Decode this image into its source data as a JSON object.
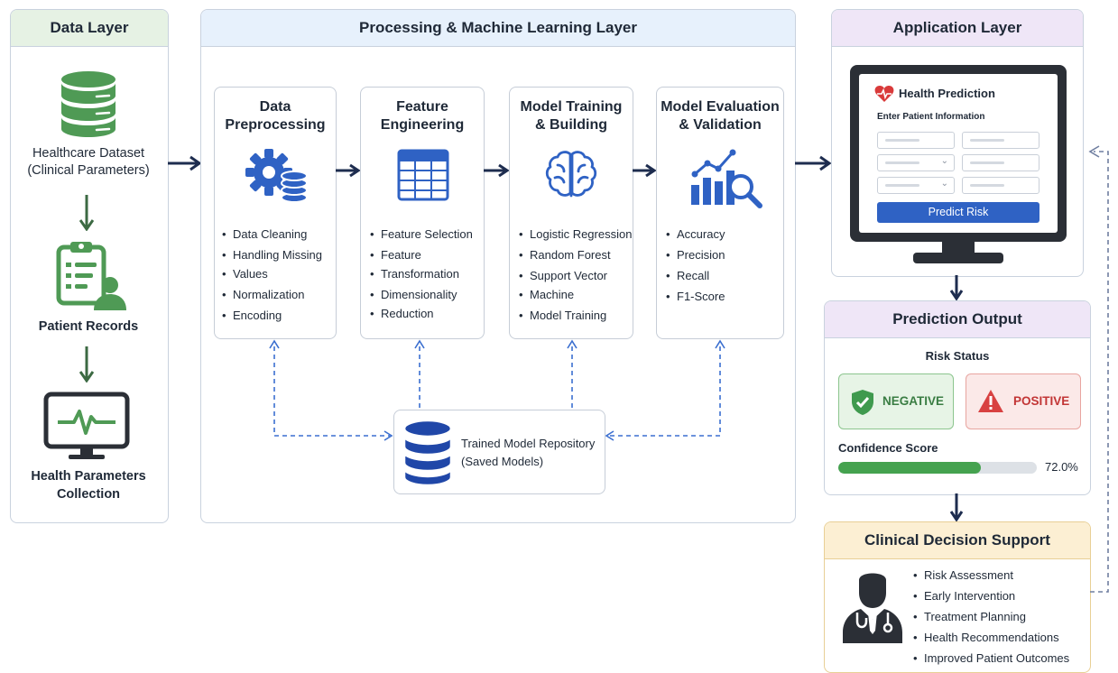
{
  "data_layer": {
    "title": "Data Layer",
    "dataset_line1": "Healthcare Dataset",
    "dataset_line2": "(Clinical Parameters)",
    "records": "Patient Records",
    "params_line1": "Health Parameters",
    "params_line2": "Collection"
  },
  "processing_layer": {
    "title": "Processing & Machine Learning Layer",
    "cards": [
      {
        "title_line1": "Data",
        "title_line2": "Preprocessing",
        "items": [
          "Data Cleaning",
          "Handling Missing",
          "Values",
          "Normalization",
          "Encoding"
        ]
      },
      {
        "title_line1": "Feature",
        "title_line2": "Engineering",
        "items": [
          "Feature Selection",
          "Feature",
          "Transformation",
          "Dimensionality",
          "Reduction"
        ]
      },
      {
        "title_line1": "Model Training",
        "title_line2": "& Building",
        "items": [
          "Logistic Regression",
          "Random Forest",
          "Support Vector",
          "Machine",
          "Model Training"
        ]
      },
      {
        "title_line1": "Model Evaluation",
        "title_line2": "& Validation",
        "items": [
          "Accuracy",
          "Precision",
          "Recall",
          "F1-Score"
        ]
      }
    ],
    "repository_line1": "Trained Model Repository",
    "repository_line2": "(Saved Models)"
  },
  "application_layer": {
    "title": "Application Layer",
    "app_title": "Health Prediction",
    "form_label": "Enter Patient Information",
    "button_label": "Predict Risk"
  },
  "prediction_output": {
    "title": "Prediction Output",
    "risk_status": "Risk Status",
    "negative": "NEGATIVE",
    "positive": "POSITIVE",
    "confidence_label": "Confidence Score",
    "confidence_value": "72.0%",
    "confidence_fraction": 0.72
  },
  "clinical_support": {
    "title": "Clinical Decision Support",
    "items": [
      "Risk Assessment",
      "Early Intervention",
      "Treatment Planning",
      "Health Recommendations",
      "Improved Patient Outcomes"
    ]
  },
  "colors": {
    "primary_blue": "#2f62c4",
    "green": "#3f9a4e",
    "red": "#d84141",
    "arrow": "#1e2d4f"
  }
}
